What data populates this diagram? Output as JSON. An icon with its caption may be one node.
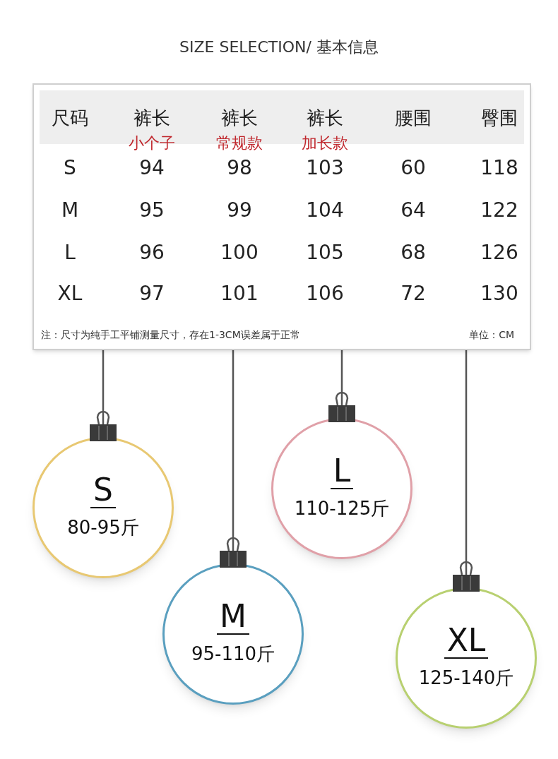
{
  "diagram": {
    "title": "SIZE SELECTION/ 基本信息",
    "nodes": [
      {
        "text": [],
        "shape": "box"
      },
      {
        "text": [
          "S",
          "80-95斤"
        ]
      },
      {
        "text": [
          "M",
          "95-110斤"
        ]
      },
      {
        "text": [
          "L",
          "110-125斤"
        ]
      },
      {
        "text": [
          "XL",
          "125-140斤"
        ]
      }
    ],
    "edges": [
      {
        "from": 0,
        "to": 1,
        "arrow": "none"
      },
      {
        "from": 0,
        "to": 2,
        "arrow": "none"
      },
      {
        "from": 0,
        "to": 3,
        "arrow": "none"
      },
      {
        "from": 0,
        "to": 4,
        "arrow": "none"
      }
    ],
    "labels": [
      "尺码",
      "裤长",
      "裤长",
      "裤长",
      "腰围",
      "臀围",
      "小个子",
      "常规款",
      "加长款",
      "S",
      "94",
      "98",
      "103",
      "60",
      "118",
      "M",
      "95",
      "99",
      "104",
      "64",
      "122",
      "L",
      "96",
      "100",
      "105",
      "68",
      "126",
      "XL",
      "97",
      "101",
      "106",
      "72",
      "130",
      "注：尺寸为纯手工平铺测量尺寸，存在1-3CM误差属于正常",
      "单位：CM"
    ]
  }
}
